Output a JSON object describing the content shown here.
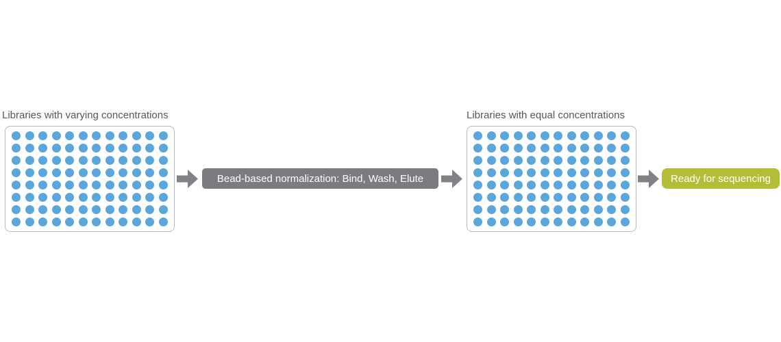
{
  "diagram": {
    "left_plate": {
      "label": "Libraries with varying concentrations",
      "rows": 8,
      "cols": 12
    },
    "process_box": {
      "label": "Bead-based normalization: Bind, Wash, Elute"
    },
    "right_plate": {
      "label": "Libraries with equal concentrations",
      "rows": 8,
      "cols": 12
    },
    "result_box": {
      "label": "Ready for sequencing"
    },
    "colors": {
      "dot_blue": "#5ba7dc",
      "arrow_gray": "#808285",
      "process_gray": "#7b7c7f",
      "result_green": "#b3bd35",
      "label_text": "#565759",
      "plate_border": "#b7b9bb"
    }
  }
}
